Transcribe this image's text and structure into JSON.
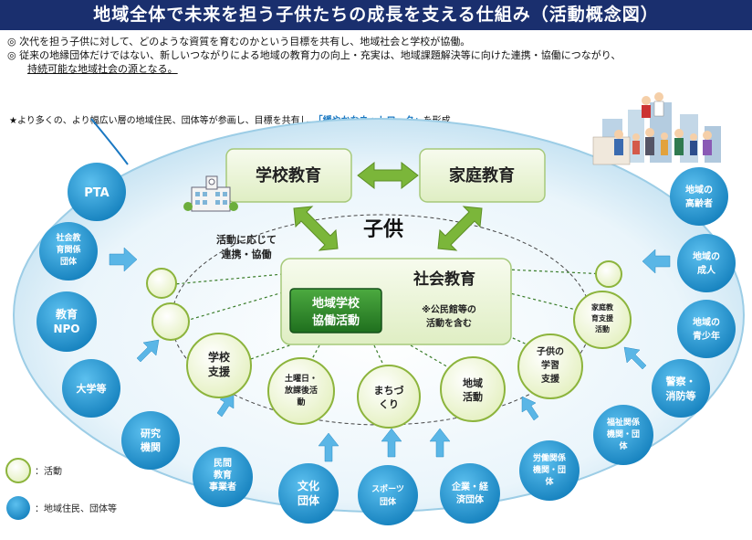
{
  "header": {
    "title": "地域全体で未来を担う子供たちの成長を支える仕組み（活動概念図）"
  },
  "notes": {
    "line1": "◎ 次代を担う子供に対して、どのような資質を育むのかという目標を共有し、地域社会と学校が協働。",
    "line2a": "◎ 従来の地縁団体だけではない、新しいつながりによる地域の教育力の向上・充実は、地域課題解決等に向けた連携・協働につながり、",
    "line2b": "持続可能な地域社会の源となる。"
  },
  "network_caption": {
    "prefix": "★より多くの、より幅広い層の地域住民、団体等が参画し、目標を共有し、",
    "highlight": "「緩やかなネットワーク」",
    "suffix": "を形成"
  },
  "center": {
    "school_education": "学校教育",
    "home_education": "家庭教育",
    "child": "子供",
    "social_education": "社会教育",
    "collab_box": [
      "地域学校",
      "協働活動"
    ],
    "social_note": [
      "※公民館等の",
      "活動を含む"
    ],
    "cooperation_note": [
      "活動に応じて",
      "連携・協働"
    ]
  },
  "activities": {
    "school_support": [
      "学校",
      "支援"
    ],
    "after_school": [
      "土曜日・",
      "放課後活",
      "動"
    ],
    "town_building": [
      "まちづ",
      "くり"
    ],
    "community_activity": [
      "地域",
      "活動"
    ],
    "child_learning_support": [
      "子供の",
      "学習",
      "支援"
    ],
    "home_education_support": [
      "家庭教",
      "育支援",
      "活動"
    ]
  },
  "organizations": {
    "pta": [
      "PTA"
    ],
    "social_edu_groups": [
      "社会教",
      "育関係",
      "団体"
    ],
    "edu_npo": [
      "教育",
      "NPO"
    ],
    "universities": [
      "大学等"
    ],
    "research_inst": [
      "研究",
      "機関"
    ],
    "private_edu": [
      "民間",
      "教育",
      "事業者"
    ],
    "culture_groups": [
      "文化",
      "団体"
    ],
    "sports_groups": [
      "スポーツ",
      "団体"
    ],
    "business_groups": [
      "企業・経",
      "済団体"
    ],
    "labor_groups": [
      "労働関係",
      "機関・団",
      "体"
    ],
    "welfare_groups": [
      "福祉関係",
      "機関・団",
      "体"
    ],
    "police_fire": [
      "警察・",
      "消防等"
    ],
    "youth": [
      "地域の",
      "青少年"
    ],
    "adults": [
      "地域の",
      "成人"
    ],
    "elderly": [
      "地域の",
      "高齢者"
    ]
  },
  "legend": {
    "activity": "：活動",
    "residents": "：地域住民、団体等"
  },
  "colors": {
    "header_bg": "#1a2f6e",
    "org_circle": "#2196cf",
    "activity_fill": "#f1f7d6",
    "activity_stroke": "#8cb43c",
    "green_box": "#edf6dd",
    "collab_box": "#2f8a2c",
    "ellipse": "#d8edf7"
  }
}
